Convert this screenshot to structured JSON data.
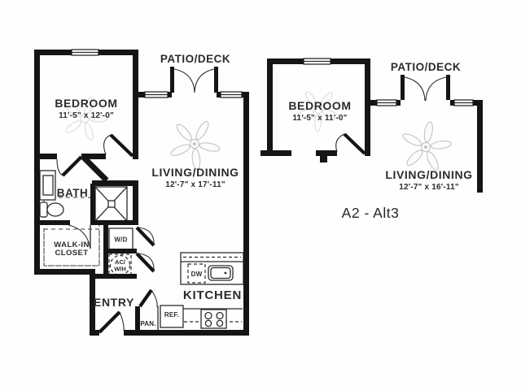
{
  "colors": {
    "wall": "#151515",
    "line": "#2b2b2b",
    "fan": "#c6c6c6",
    "text": "#2c2c2c",
    "background": "#fefefe"
  },
  "left_plan": {
    "patio_label": "PATIO/DECK",
    "bedroom_label": "BEDROOM",
    "bedroom_dims": "11'-5\" x 12'-0\"",
    "living_label": "LIVING/DINING",
    "living_dims": "12'-7\" x 17'-11\"",
    "bath_label": "BATH",
    "closet_line1": "WALK-IN",
    "closet_line2": "CLOSET",
    "washer_dryer_label": "W/D",
    "ac_line1": "AC/",
    "ac_line2": "W/H",
    "entry_label": "ENTRY",
    "pantry_label": "PAN.",
    "fridge_label": "REF.",
    "kitchen_label": "KITCHEN",
    "dishwasher_label": "DW"
  },
  "right_plan": {
    "patio_label": "PATIO/DECK",
    "bedroom_label": "BEDROOM",
    "bedroom_dims": "11'-5\" x 11'-0\"",
    "living_label": "LIVING/DINING",
    "living_dims": "12'-7\" x 16'-11\"",
    "variant_label": "A2 - Alt3"
  }
}
